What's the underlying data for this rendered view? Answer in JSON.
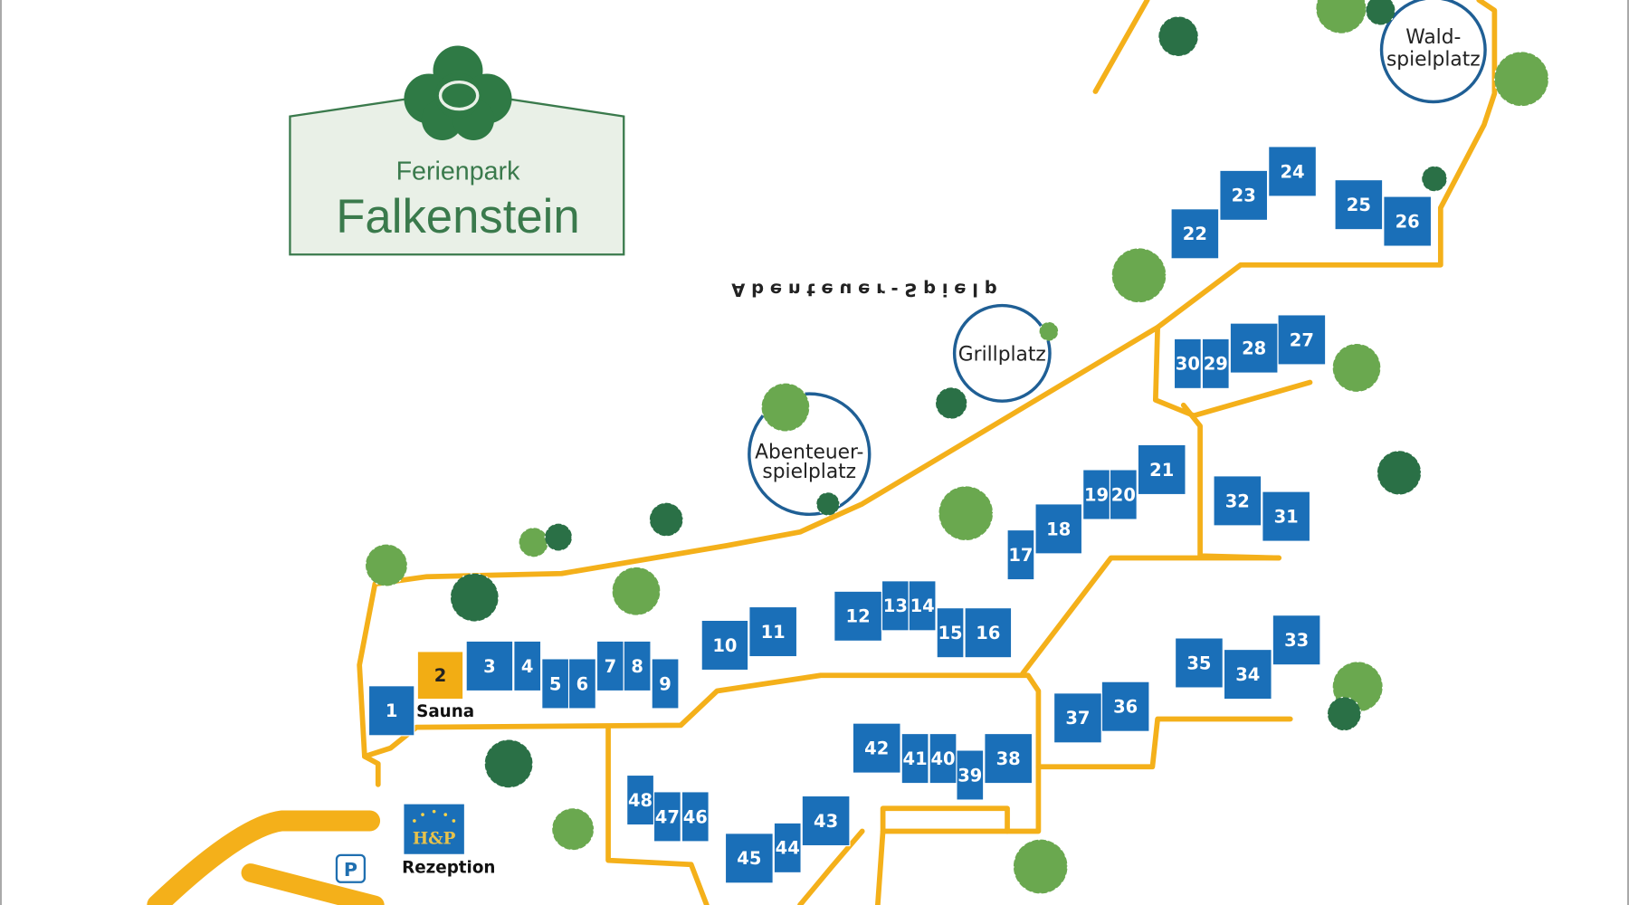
{
  "logo": {
    "line1": "Ferienpark",
    "line2": "Falkenstein"
  },
  "places": {
    "wald_line1": "Wald-",
    "wald_line2": "spielplatz",
    "grill": "Grillplatz",
    "abenteuer_line1": "Abenteuer-",
    "abenteuer_line2": "spielplatz",
    "mirrored_sign": "A b e n t e u e r - S p i e l p"
  },
  "facilities": {
    "sauna": "Sauna",
    "reception": "Rezeption",
    "parking": "P",
    "reception_logo": "H&P"
  },
  "houses": [
    "1",
    "2",
    "3",
    "4",
    "5",
    "6",
    "7",
    "8",
    "9",
    "10",
    "11",
    "12",
    "13",
    "14",
    "15",
    "16",
    "17",
    "18",
    "19",
    "20",
    "21",
    "22",
    "23",
    "24",
    "25",
    "26",
    "27",
    "28",
    "29",
    "30",
    "31",
    "32",
    "33",
    "34",
    "35",
    "36",
    "37",
    "38",
    "39",
    "40",
    "41",
    "42",
    "43",
    "44",
    "45",
    "46",
    "47",
    "48"
  ],
  "colors": {
    "house": "#1a6fb8",
    "sauna": "#f2ad14",
    "road": "#f4b01a",
    "tree_dark": "#2a7046",
    "tree_light": "#6aa84f",
    "logo_green": "#3a7a4c",
    "circle": "#1f5f95"
  }
}
